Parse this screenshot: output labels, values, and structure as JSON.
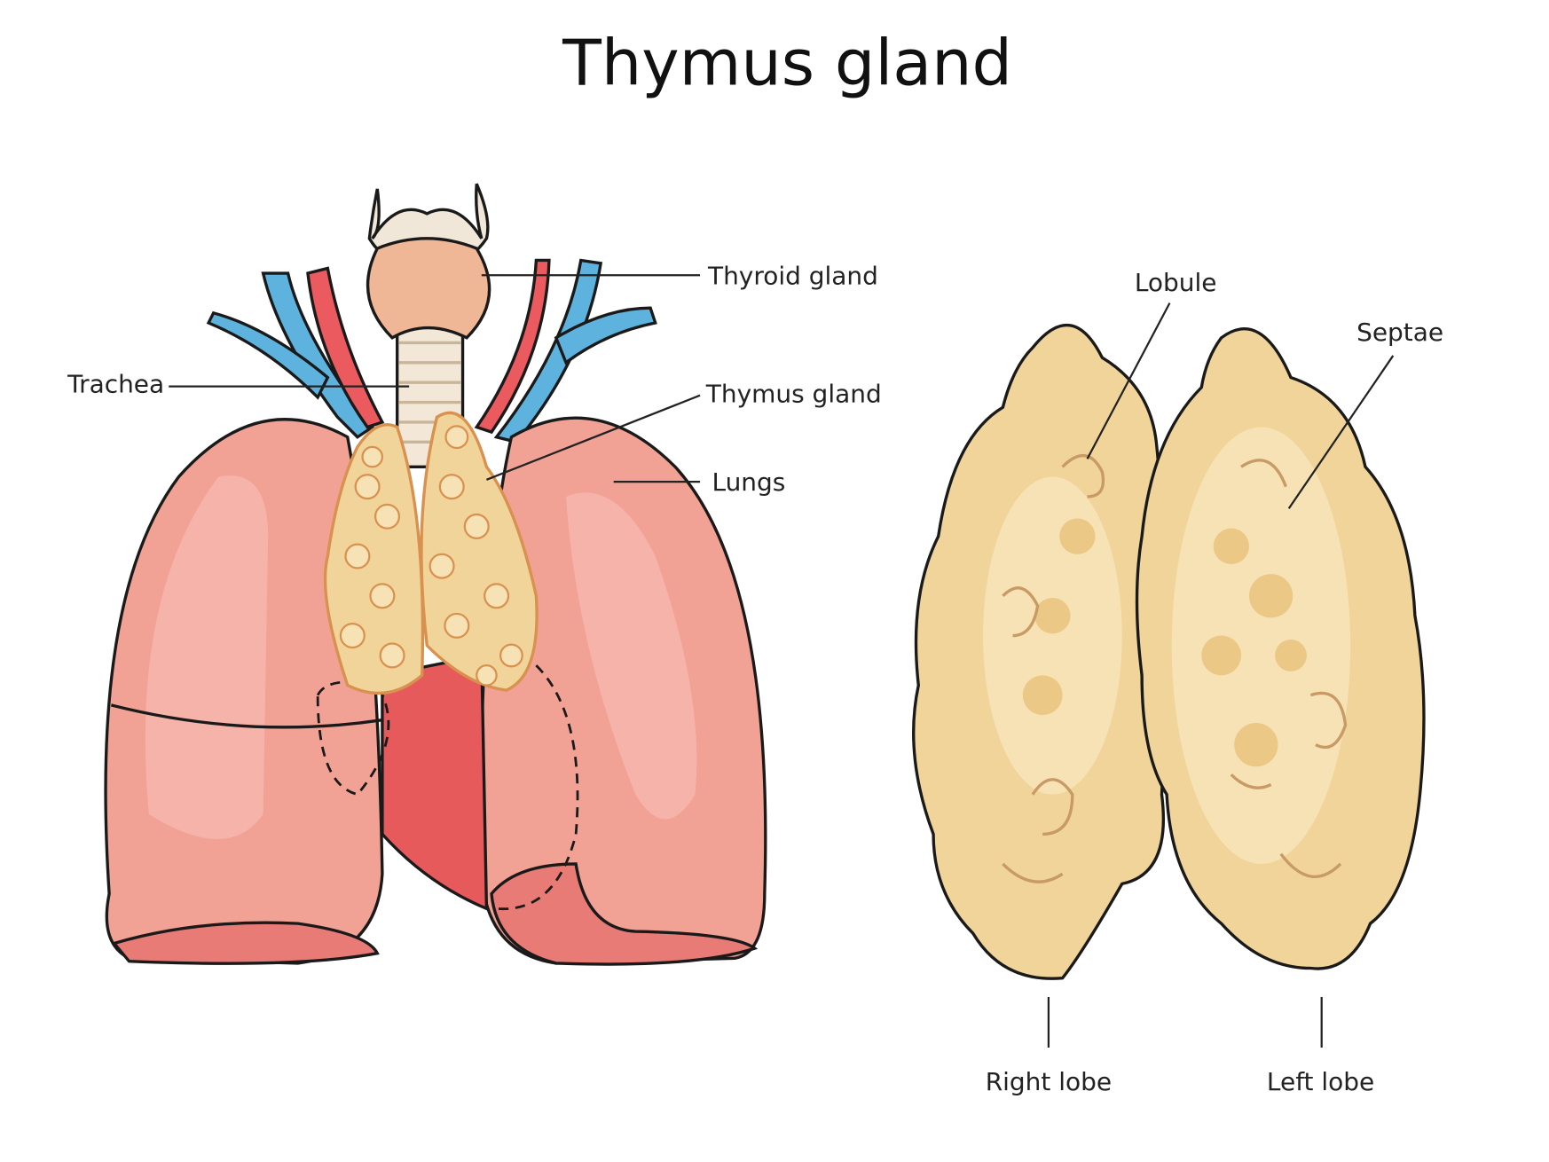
{
  "title": "Thymus gland",
  "labels": {
    "thyroid": "Thyroid gland",
    "trachea": "Trachea",
    "thymus": "Thymus gland",
    "lungs": "Lungs",
    "lobule": "Lobule",
    "septae": "Septae",
    "right_lobe": "Right lobe",
    "left_lobe": "Left lobe"
  },
  "colors": {
    "lung": "#f2a195",
    "lung_light": "#f5b3aa",
    "lung_dark": "#e87b76",
    "heart": "#e65a5c",
    "artery": "#ea5a5e",
    "vein": "#5eb3de",
    "thyroid": "#f0b796",
    "trachea": "#f3e8d8",
    "thymus": "#f1d49a",
    "thymus_light": "#f6e2b4"
  }
}
